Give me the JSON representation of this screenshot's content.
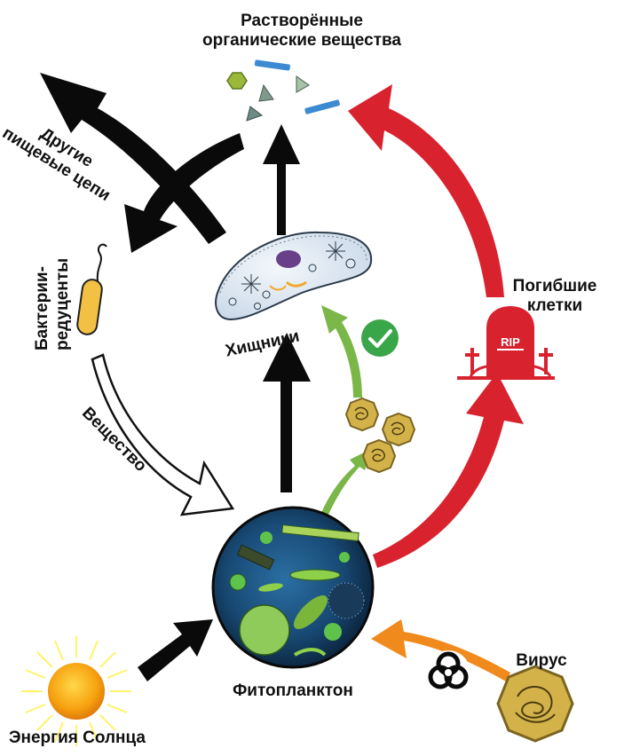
{
  "labels": {
    "dissolved_organic": [
      "Растворённые",
      "органические вещества"
    ],
    "other_food_chains": [
      "Другие",
      "пищевые цепи"
    ],
    "bacteria_reducers": [
      "Бактерии-",
      "редуценты"
    ],
    "predators": "Хищники",
    "dead_cells": [
      "Погибшие",
      "клетки"
    ],
    "matter": "Вещество",
    "phytoplankton": "Фитопланктон",
    "virus": "Вирус",
    "solar_energy": "Энергия Солнца",
    "rip": "RIP"
  },
  "colors": {
    "black_arrow": "#0a0a0a",
    "red_arrow": "#d8232f",
    "green_arrow": "#7ab648",
    "orange_arrow": "#f08a1c",
    "sun_core": "#f7a80f",
    "sun_rays": "#fff36b",
    "phyto_bg": "#133a5c",
    "virus_fill": "#d4b24a",
    "checkmark_bg": "#3aa64a",
    "bacteria_fill": "#f2c043",
    "predator_fill": "#dfe9f3"
  }
}
